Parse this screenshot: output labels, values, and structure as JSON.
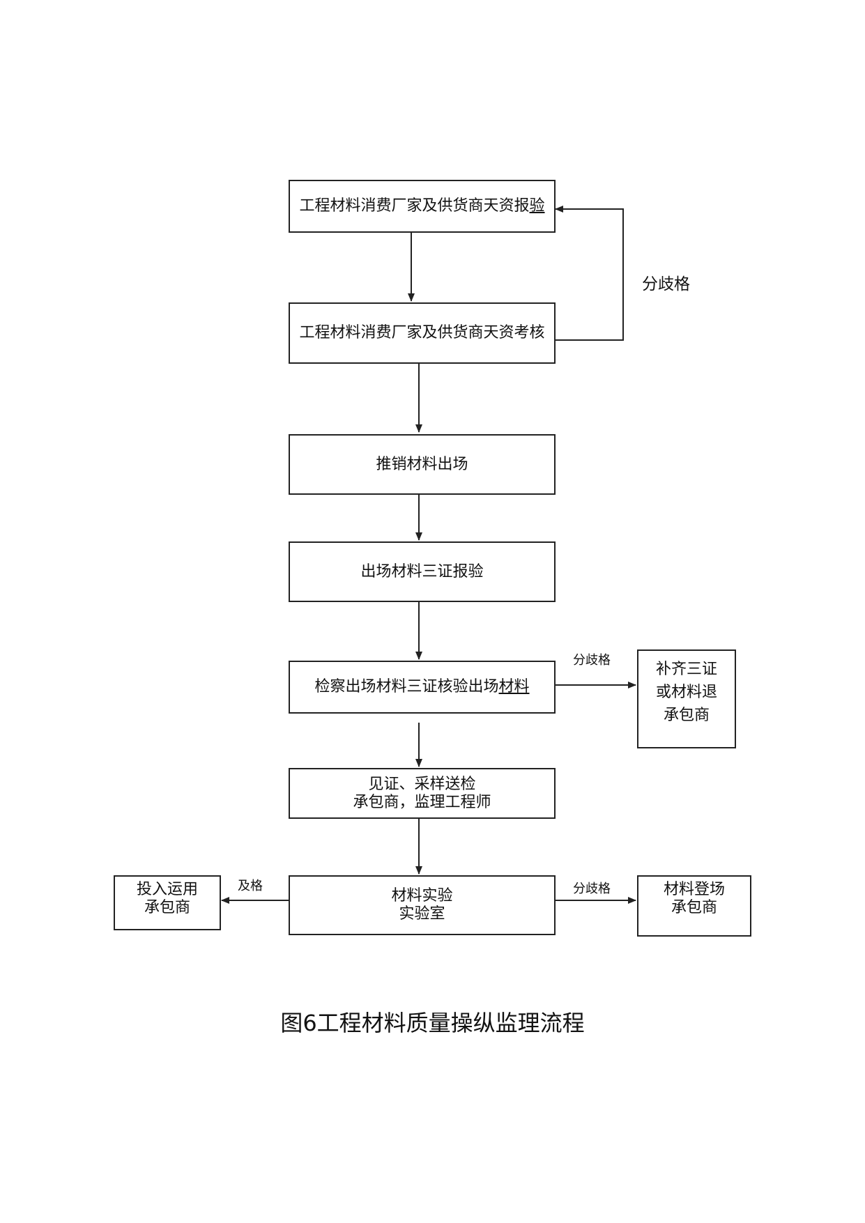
{
  "nodes": {
    "n1": {
      "text_main": "工程材料消费厂家及供货商天资报",
      "text_underlined": "验"
    },
    "n2": {
      "text": "工程材料消费厂家及供货商天资考核"
    },
    "n3": {
      "text": "推销材料出场"
    },
    "n4": {
      "text": "出场材料三证报验"
    },
    "n5": {
      "text_main": "检察出场材料三证核验出场",
      "text_underlined": "材料"
    },
    "n6": {
      "line1": "见证、采样送检",
      "line2": "承包商，监理工程师"
    },
    "n7": {
      "line1": "材料实验",
      "line2": "实验室"
    },
    "right_top": {
      "line1": "补齐三证",
      "line2": "或材料退",
      "line3": "承包商"
    },
    "right_bottom": {
      "line1": "材料登场",
      "line2": "承包商"
    },
    "left_bottom": {
      "line1": "投入运用",
      "line2": "承包商"
    }
  },
  "edge_labels": {
    "loop_fail": "分歧格",
    "check_fail": "分歧格",
    "test_fail": "分歧格",
    "test_pass": "及格"
  },
  "caption": "图6工程材料质量操纵监理流程",
  "colors": {
    "line": "#222222",
    "background": "#ffffff"
  }
}
